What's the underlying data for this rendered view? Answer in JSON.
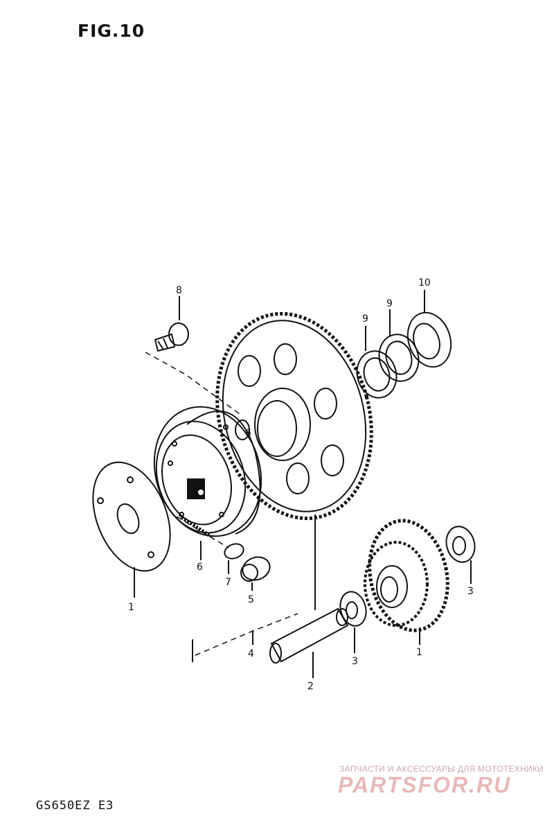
{
  "figure": {
    "title": "FIG.10",
    "model_code": "GS650EZ E3"
  },
  "callouts": {
    "c1_left": "1",
    "c1_right": "1",
    "c2": "2",
    "c3_mid": "3",
    "c3_right": "3",
    "c4": "4",
    "c5": "5",
    "c6_lower": "6",
    "c6_upper": "6",
    "c7": "7",
    "c8": "8",
    "c9_a": "9",
    "c9_b": "9",
    "c10": "10"
  },
  "watermark": {
    "tagline": "ЗАПЧАСТИ И АКСЕССУАРЫ ДЛЯ МОТОТЕХНИКИ",
    "logo": "PARTSFOR.RU"
  }
}
